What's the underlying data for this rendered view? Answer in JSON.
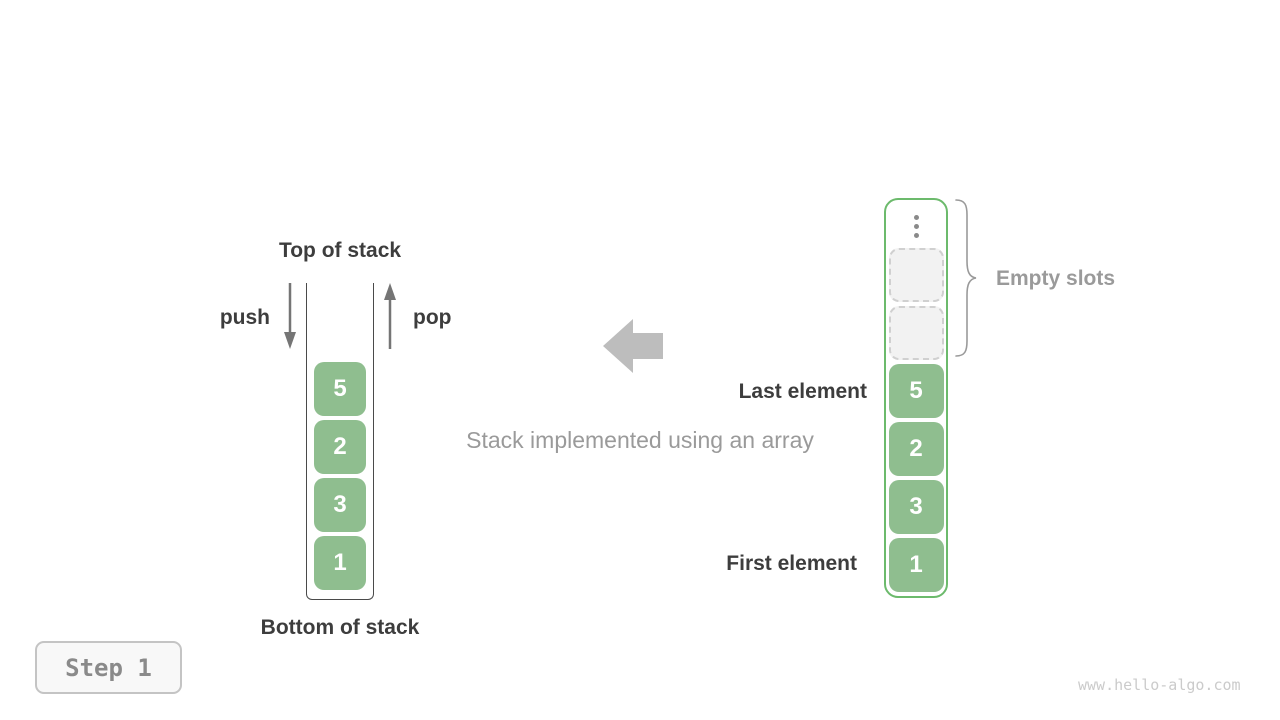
{
  "labels": {
    "top_of_stack": "Top of stack",
    "bottom_of_stack": "Bottom of stack",
    "push": "push",
    "pop": "pop",
    "caption": "Stack implemented using an array",
    "empty_slots": "Empty slots",
    "last_element": "Last element",
    "first_element": "First element"
  },
  "stack": {
    "values_top_to_bottom": [
      5,
      2,
      3,
      1
    ]
  },
  "array": {
    "ellipsis_icon": "vertical-dots",
    "empty_slot_count": 2,
    "values_top_to_bottom": [
      5,
      2,
      3,
      1
    ]
  },
  "step_badge": {
    "label": "Step 1"
  },
  "watermark": "www.hello-algo.com",
  "colors": {
    "element_green": "#8FBE8F",
    "array_border_green": "#6CBA6C",
    "label_dark": "#3D3D3D",
    "muted_gray": "#9A9A9A",
    "arrow_gray": "#757575",
    "big_arrow_gray": "#BDBDBD",
    "slot_fill": "#F2F2F2",
    "slot_border": "#D0D0D0",
    "wall_gray": "#4A4A4A",
    "badge_text": "#8A8A8A",
    "badge_border": "#C4C4C4",
    "badge_fill": "#F8F8F8",
    "watermark_gray": "#CBCBCB"
  }
}
